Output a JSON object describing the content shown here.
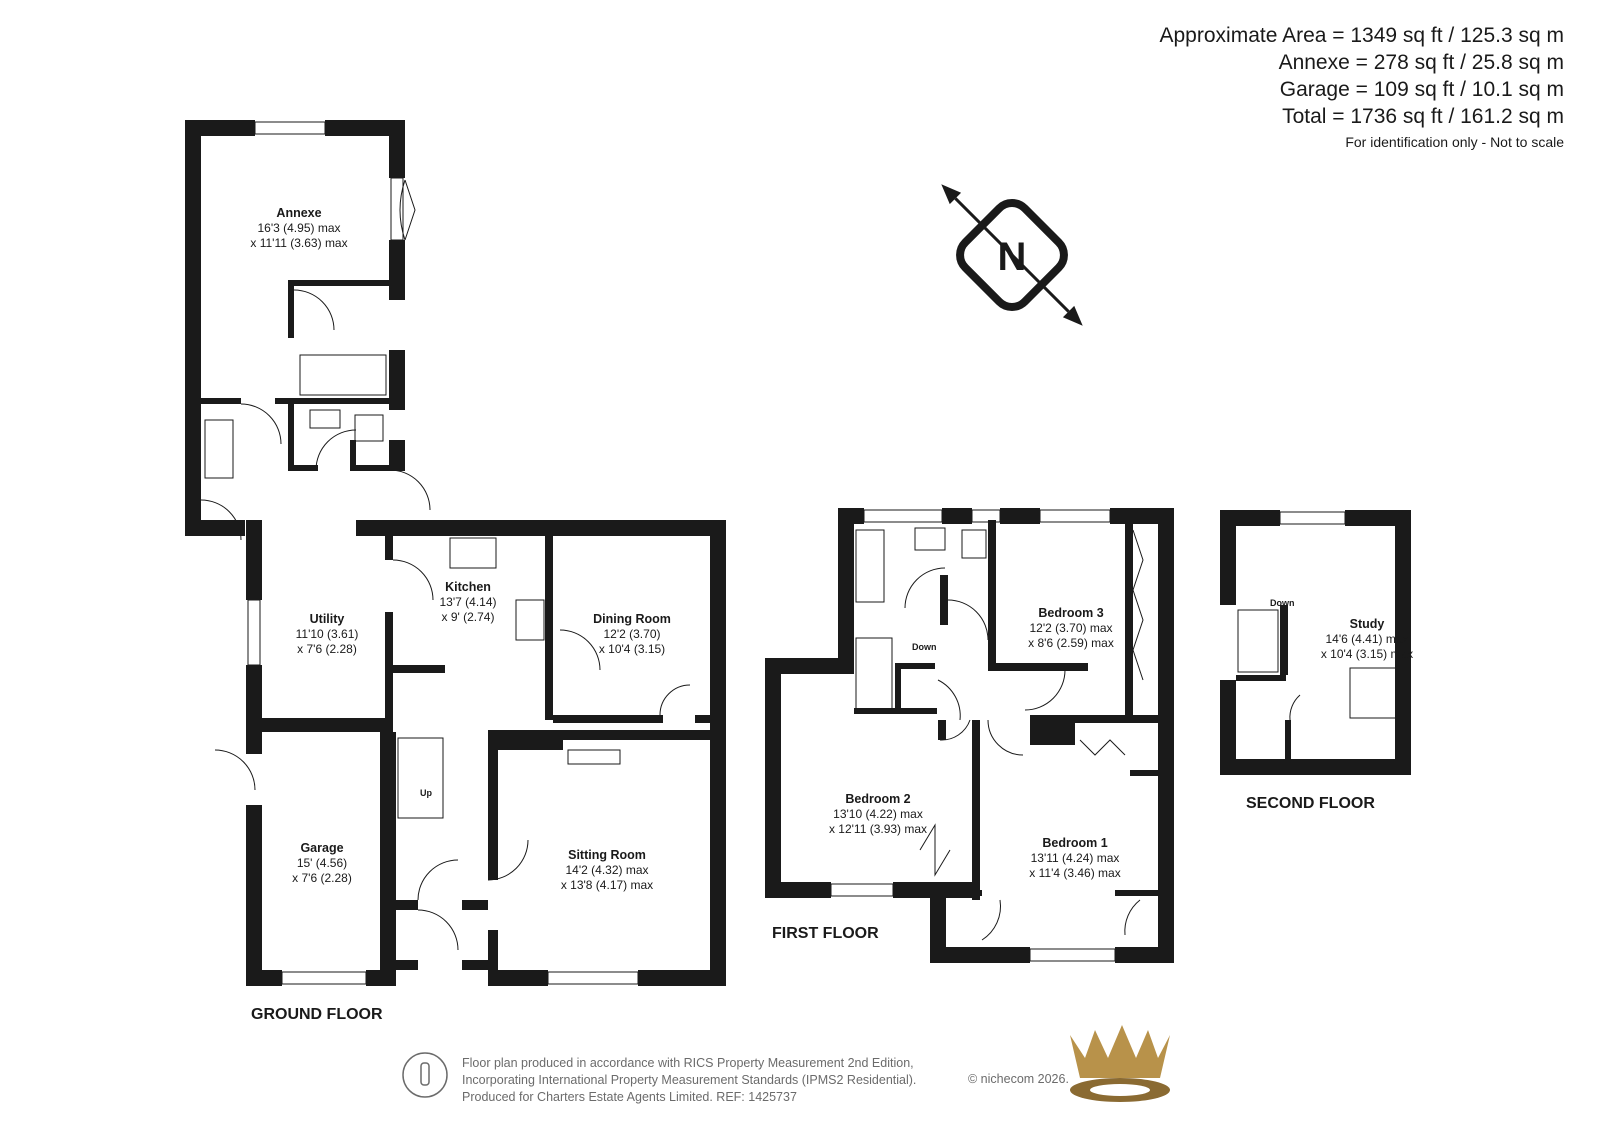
{
  "areas": {
    "approximate": "Approximate Area = 1349 sq ft / 125.3 sq m",
    "annexe": "Annexe  = 278 sq ft / 25.8 sq m",
    "garage": "Garage  = 109 sq ft / 10.1 sq m",
    "total": "Total = 1736 sq ft / 161.2 sq m",
    "note": "For identification only - Not to scale"
  },
  "compass": {
    "letter": "N",
    "icon": "north-compass-icon"
  },
  "floors": {
    "ground": "GROUND FLOOR",
    "first": "FIRST FLOOR",
    "second": "SECOND FLOOR"
  },
  "rooms": {
    "annexe": {
      "name": "Annexe",
      "dim1": "16'3 (4.95) max",
      "dim2": "x 11'11 (3.63) max"
    },
    "utility": {
      "name": "Utility",
      "dim1": "11'10 (3.61)",
      "dim2": "x 7'6 (2.28)"
    },
    "kitchen": {
      "name": "Kitchen",
      "dim1": "13'7 (4.14)",
      "dim2": "x 9' (2.74)"
    },
    "dining": {
      "name": "Dining Room",
      "dim1": "12'2 (3.70)",
      "dim2": "x 10'4 (3.15)"
    },
    "garage": {
      "name": "Garage",
      "dim1": "15' (4.56)",
      "dim2": "x 7'6 (2.28)"
    },
    "sitting": {
      "name": "Sitting Room",
      "dim1": "14'2 (4.32) max",
      "dim2": "x 13'8 (4.17) max"
    },
    "bedroom3": {
      "name": "Bedroom 3",
      "dim1": "12'2 (3.70) max",
      "dim2": "x 8'6 (2.59) max"
    },
    "bedroom2": {
      "name": "Bedroom 2",
      "dim1": "13'10 (4.22) max",
      "dim2": "x 12'11 (3.93) max"
    },
    "bedroom1": {
      "name": "Bedroom 1",
      "dim1": "13'11 (4.24) max",
      "dim2": "x 11'4 (3.46) max"
    },
    "study": {
      "name": "Study",
      "dim1": "14'6 (4.41) max",
      "dim2": "x 10'4 (3.15) max"
    }
  },
  "stairs": {
    "up": "Up",
    "down_first": "Down",
    "down_second": "Down"
  },
  "footer": {
    "line1": "Floor plan produced in accordance with RICS Property Measurement 2nd Edition,",
    "line2": "Incorporating International Property Measurement Standards (IPMS2 Residential).",
    "line3": "Produced for Charters Estate Agents Limited.   REF: 1425737",
    "copyright": "© nichecom 2026.",
    "logo_icon": "crown-logo-icon",
    "badge_icon": "person-badge-icon"
  },
  "colors": {
    "wall": "#1a1a1a",
    "gold": "#b8924a",
    "grey": "#6b6b6b"
  }
}
